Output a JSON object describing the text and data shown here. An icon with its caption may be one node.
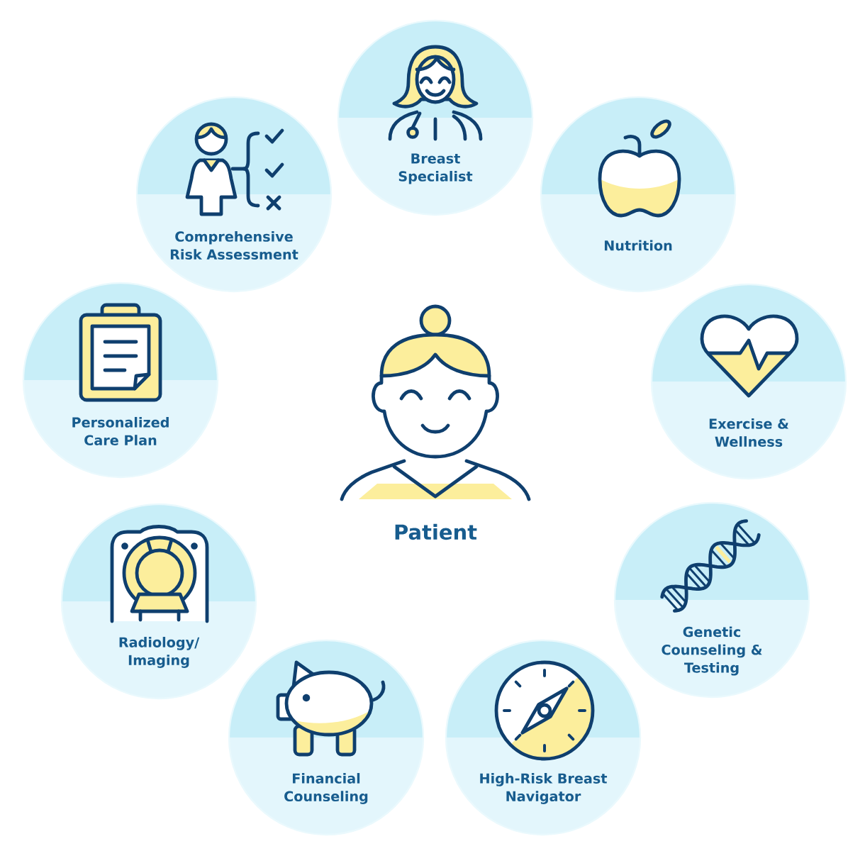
{
  "diagram": {
    "nodes": [
      {
        "text": [
          "Patient"
        ]
      },
      {
        "text": [
          "Breast Specialist"
        ]
      },
      {
        "text": [
          "Nutrition"
        ]
      },
      {
        "text": [
          "Exercise & Wellness"
        ]
      },
      {
        "text": [
          "Genetic Counseling & Testing"
        ]
      },
      {
        "text": [
          "High-Risk Breast Navigator"
        ]
      },
      {
        "text": [
          "Financial Counseling"
        ]
      },
      {
        "text": [
          "Radiology/ Imaging"
        ]
      },
      {
        "text": [
          "Personalized Care Plan"
        ]
      },
      {
        "text": [
          "Comprehensive Risk Assessment"
        ]
      }
    ]
  }
}
